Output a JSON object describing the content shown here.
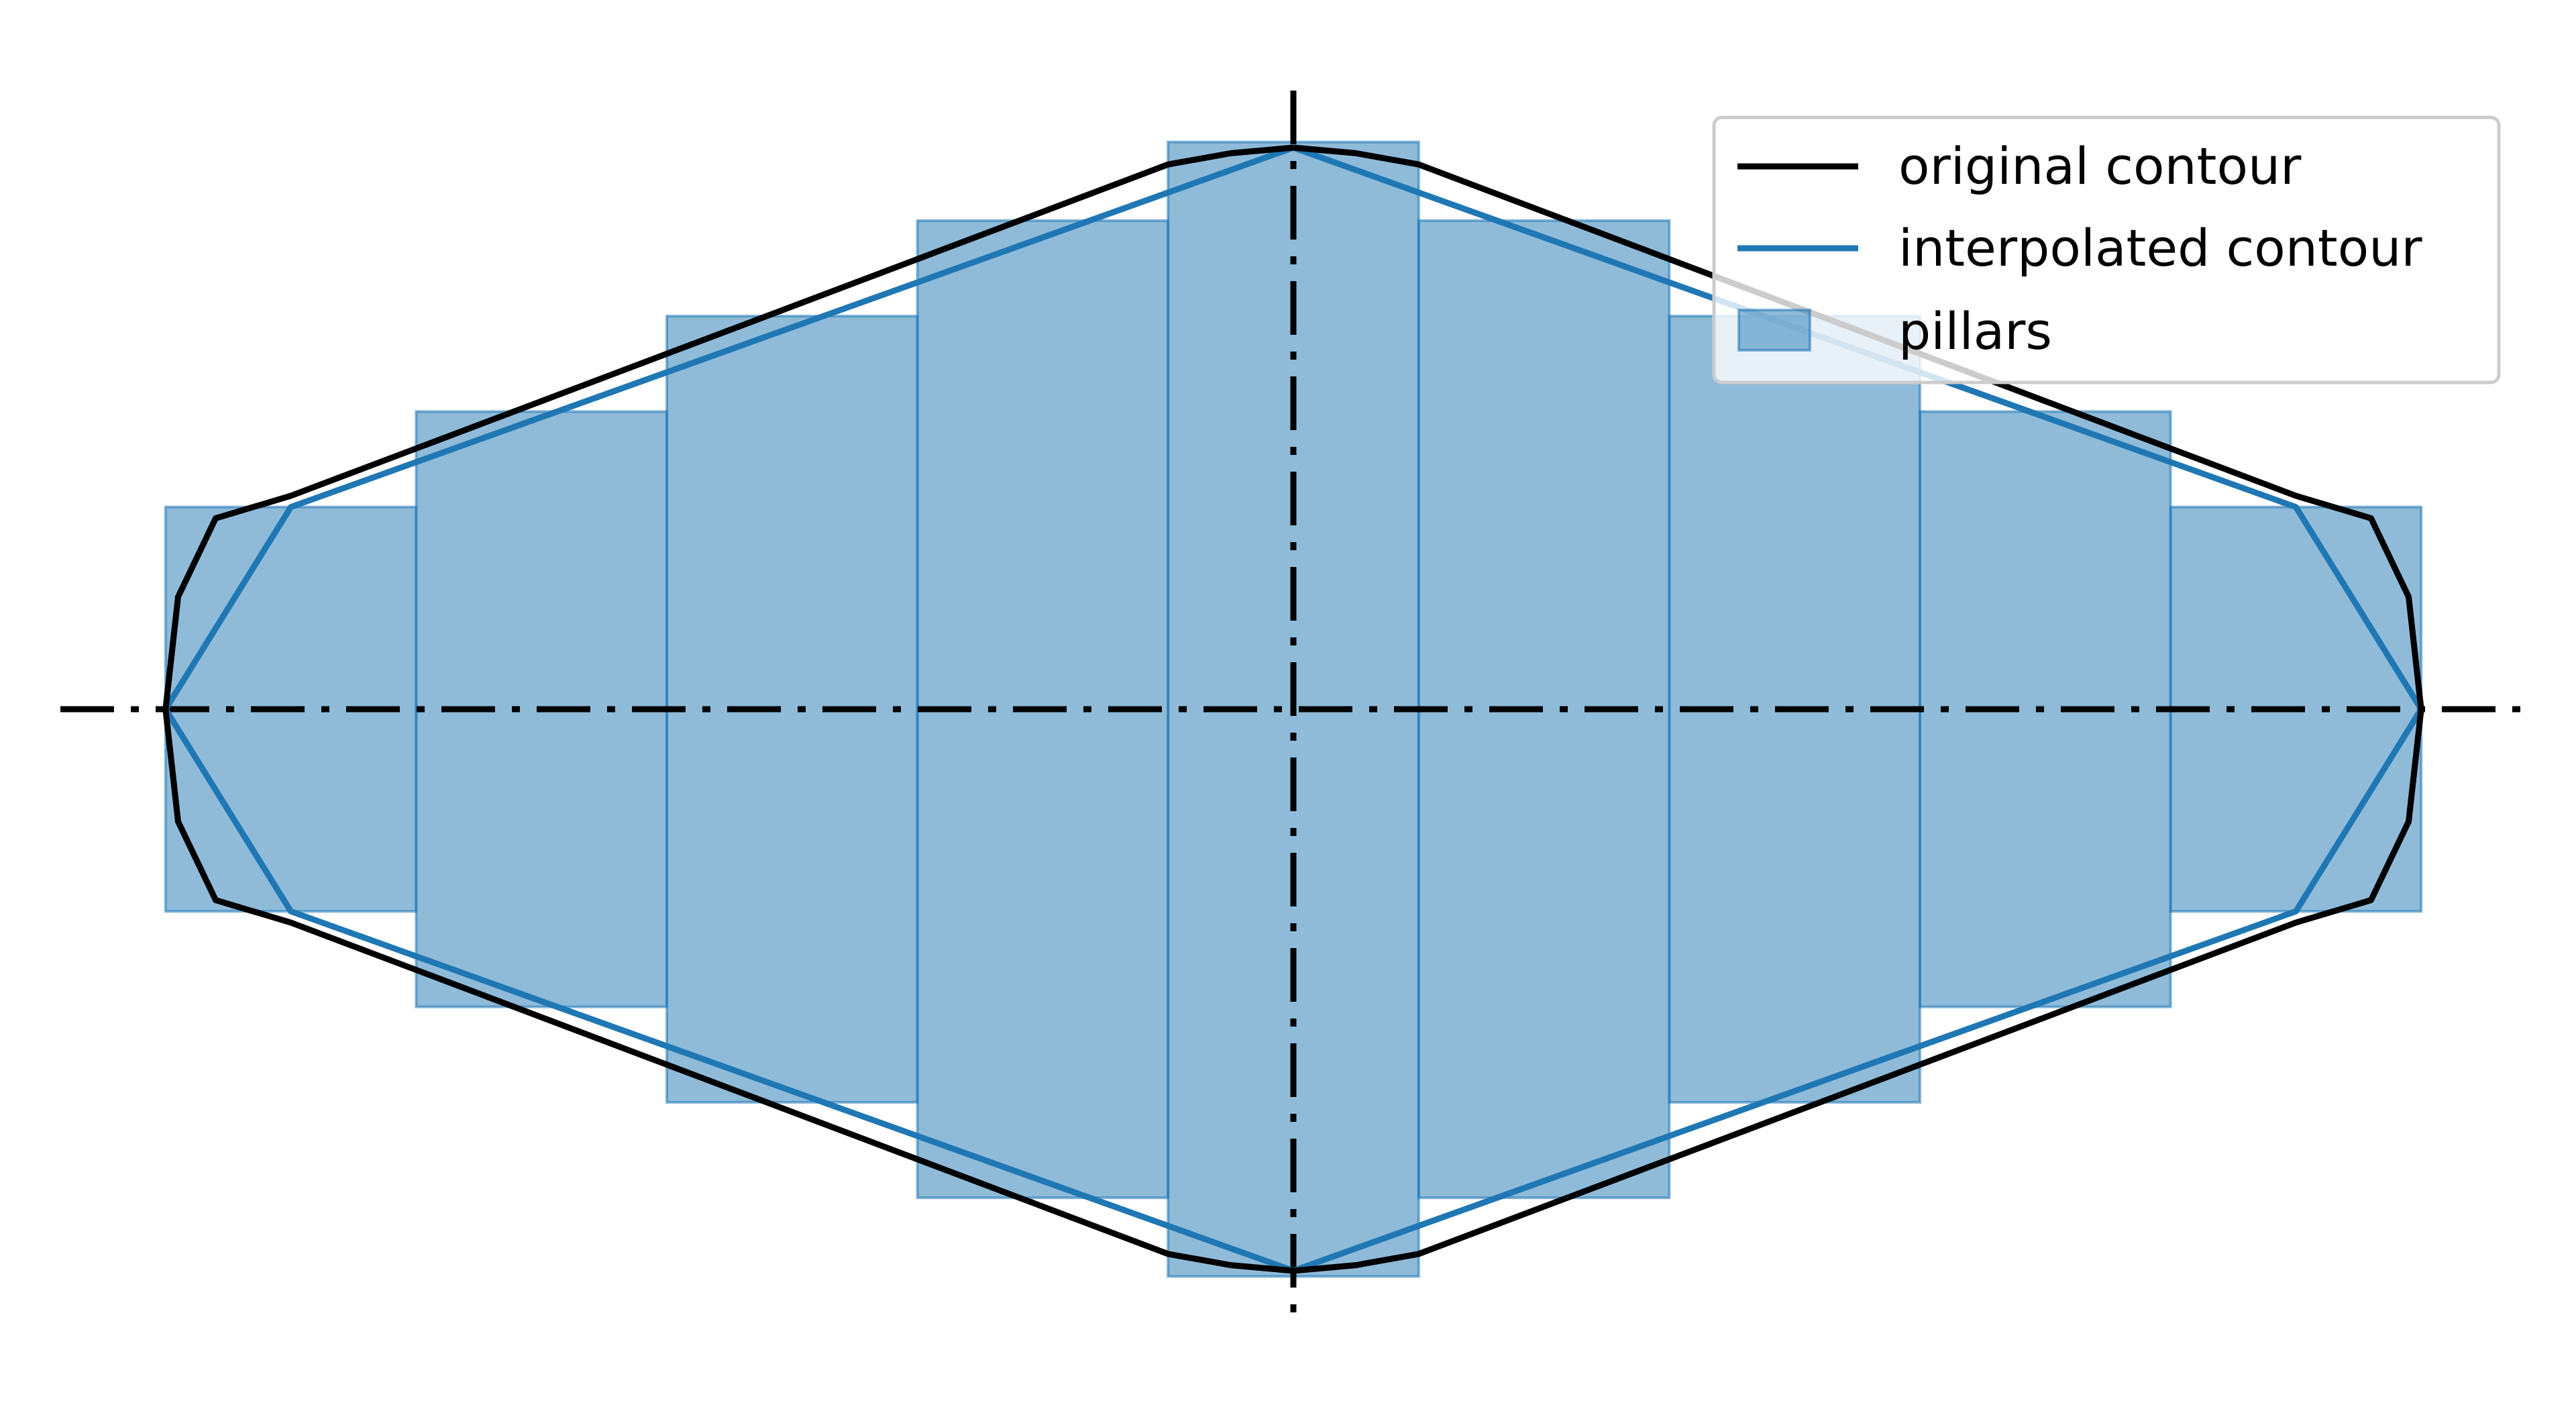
{
  "chart_data": {
    "type": "diagram",
    "title": "",
    "xlabel": "",
    "ylabel": "",
    "xlim": [
      -1.04,
      1.04
    ],
    "ylim": [
      -1.1,
      1.1
    ],
    "grid": false,
    "legend": {
      "placement": "top-right",
      "entries": [
        {
          "label": "original contour",
          "kind": "line",
          "color": "#000000"
        },
        {
          "label": "interpolated contour",
          "kind": "line",
          "color": "#1f77b4"
        },
        {
          "label": "pillars",
          "kind": "patch",
          "color": "#1f77b4"
        }
      ]
    },
    "pillars": {
      "color": "#1f77b4",
      "alpha": 0.5,
      "items": [
        {
          "x0": -0.9,
          "x1": -0.7,
          "y": 0.36
        },
        {
          "x0": -0.7,
          "x1": -0.5,
          "y": 0.53
        },
        {
          "x0": -0.5,
          "x1": -0.3,
          "y": 0.7
        },
        {
          "x0": -0.3,
          "x1": -0.1,
          "y": 0.87
        },
        {
          "x0": -0.1,
          "x1": 0.1,
          "y": 1.01
        },
        {
          "x0": 0.1,
          "x1": 0.3,
          "y": 0.87
        },
        {
          "x0": 0.3,
          "x1": 0.5,
          "y": 0.7
        },
        {
          "x0": 0.5,
          "x1": 0.7,
          "y": 0.53
        },
        {
          "x0": 0.7,
          "x1": 0.9,
          "y": 0.36
        }
      ]
    },
    "original_contour": {
      "color": "#000000",
      "points": [
        [
          0.0,
          1.0
        ],
        [
          0.05,
          0.99
        ],
        [
          0.1,
          0.97
        ],
        [
          0.8,
          0.38
        ],
        [
          0.86,
          0.34
        ],
        [
          0.89,
          0.2
        ],
        [
          0.9,
          0.0
        ],
        [
          0.89,
          -0.2
        ],
        [
          0.86,
          -0.34
        ],
        [
          0.8,
          -0.38
        ],
        [
          0.1,
          -0.97
        ],
        [
          0.05,
          -0.99
        ],
        [
          0.0,
          -1.0
        ],
        [
          -0.05,
          -0.99
        ],
        [
          -0.1,
          -0.97
        ],
        [
          -0.8,
          -0.38
        ],
        [
          -0.86,
          -0.34
        ],
        [
          -0.89,
          -0.2
        ],
        [
          -0.9,
          0.0
        ],
        [
          -0.89,
          0.2
        ],
        [
          -0.86,
          0.34
        ],
        [
          -0.8,
          0.38
        ],
        [
          -0.1,
          0.97
        ],
        [
          -0.05,
          0.99
        ],
        [
          0.0,
          1.0
        ]
      ]
    },
    "interpolated_contour": {
      "color": "#1f77b4",
      "points": [
        [
          0.0,
          1.0
        ],
        [
          0.8,
          0.36
        ],
        [
          0.9,
          0.0
        ],
        [
          0.8,
          -0.36
        ],
        [
          0.0,
          -1.0
        ],
        [
          -0.8,
          -0.36
        ],
        [
          -0.9,
          0.0
        ],
        [
          -0.8,
          0.36
        ],
        [
          0.0,
          1.0
        ]
      ]
    },
    "axes_lines": {
      "color": "#000000",
      "style": "dash-dot",
      "horizontal": {
        "y": 0.0,
        "x0": -1.0,
        "x1": 1.0
      },
      "vertical": {
        "x": 0.0,
        "y0": -1.1,
        "y1": 1.1
      }
    }
  }
}
